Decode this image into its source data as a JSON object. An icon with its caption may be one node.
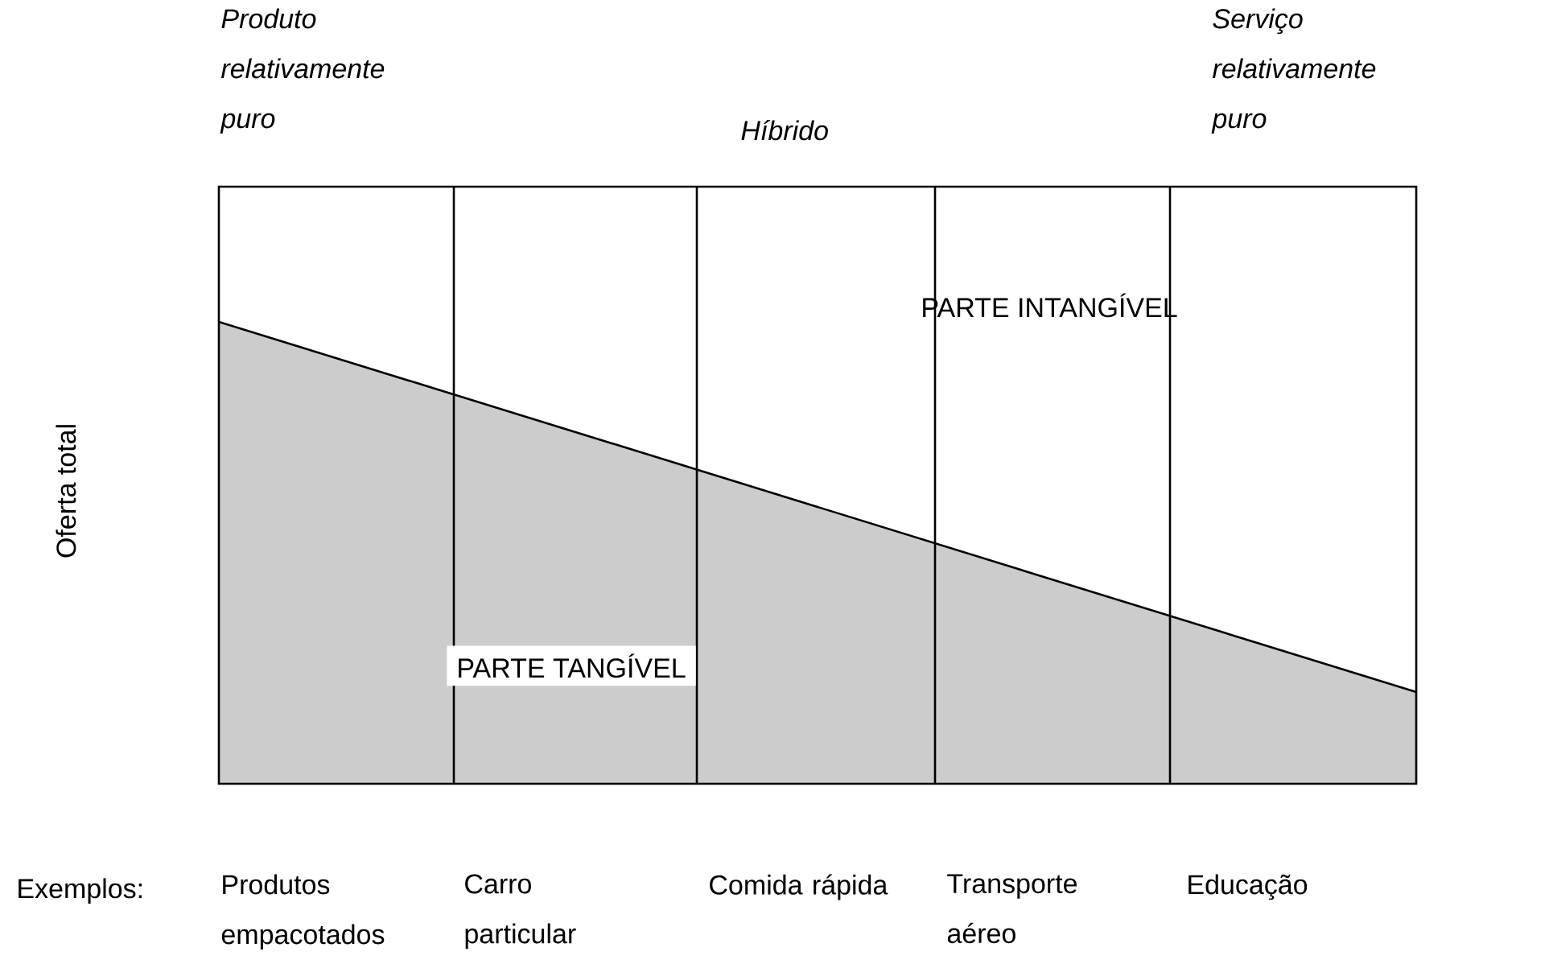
{
  "diagram": {
    "labels": [
      "Produto relativamente puro",
      "Híbrido",
      "Serviço relativamente puro",
      "PARTE INTANGÍVEL",
      "Oferta total",
      "PARTE TANGÍVEL",
      "Exemplos:",
      "Produtos empacotados",
      "Carro particular",
      "Comida rápida",
      "Transporte aéreo",
      "Educação"
    ]
  }
}
